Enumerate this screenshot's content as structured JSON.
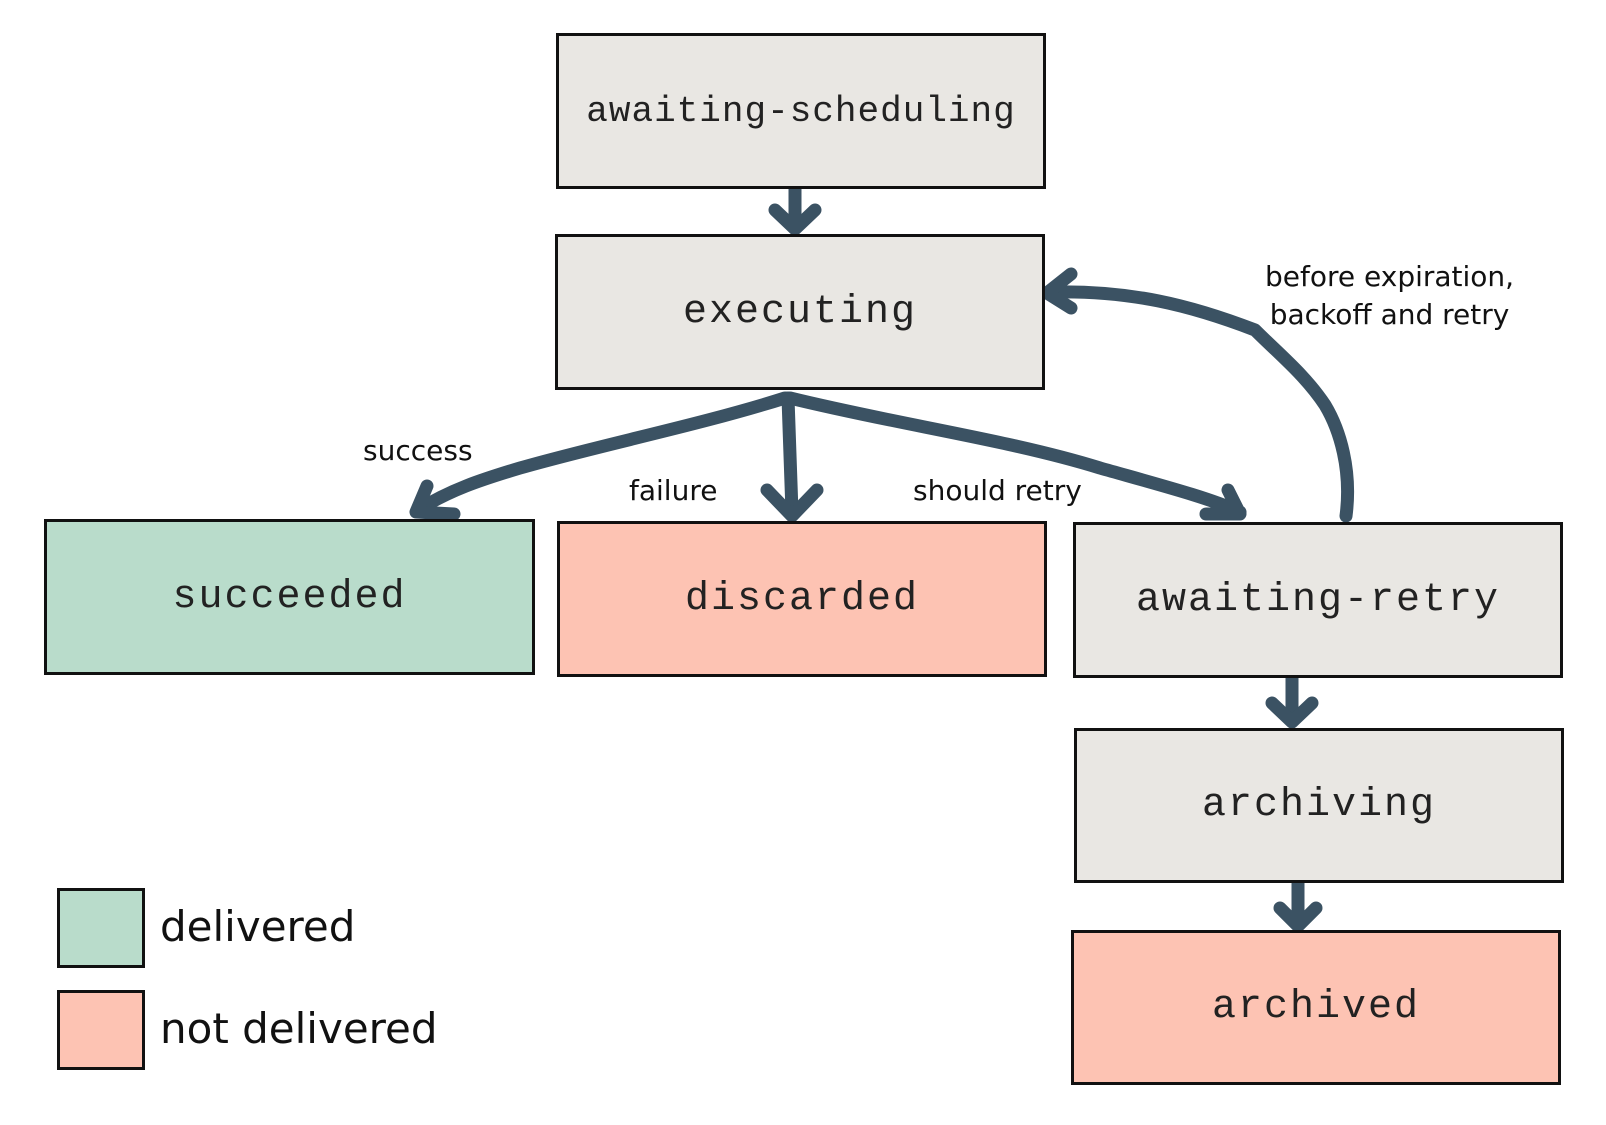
{
  "colors": {
    "neutral_fill": "#e9e7e3",
    "delivered_fill": "#b9dccb",
    "not_delivered_fill": "#fdc3b3",
    "arrow": "#3b5263",
    "border": "#111111"
  },
  "states": {
    "awaiting_scheduling": "awaiting-scheduling",
    "executing": "executing",
    "succeeded": "succeeded",
    "discarded": "discarded",
    "awaiting_retry": "awaiting-retry",
    "archiving": "archiving",
    "archived": "archived"
  },
  "edge_labels": {
    "success": "success",
    "failure": "failure",
    "should_retry": "should retry",
    "retry_line1": "before expiration,",
    "retry_line2": "backoff and retry"
  },
  "legend": {
    "delivered": "delivered",
    "not_delivered": "not delivered"
  }
}
